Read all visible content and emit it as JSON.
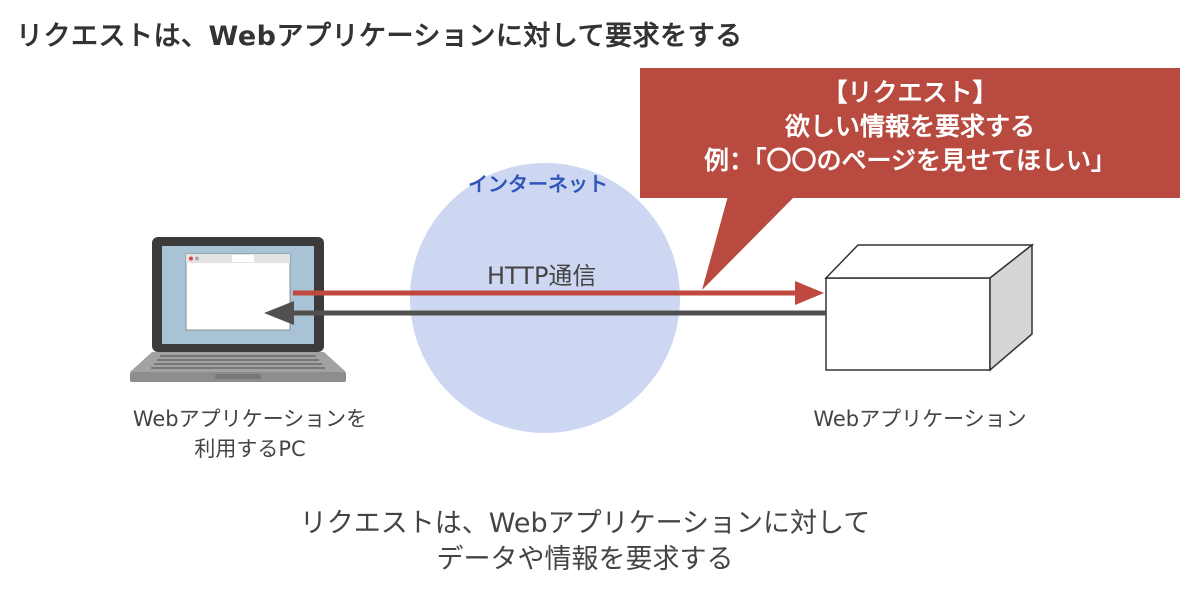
{
  "title": "リクエストは、Webアプリケーションに対して要求をする",
  "internet_label": "インターネット",
  "http_label": "HTTP通信",
  "callout": {
    "line1": "【リクエスト】",
    "line2": "欲しい情報を要求する",
    "line3": "例：「〇〇のページを見せてほしい」"
  },
  "pc_label": {
    "line1": "Webアプリケーションを",
    "line2": "利用するPC"
  },
  "app_label": "Webアプリケーション",
  "caption": {
    "line1": "リクエストは、Webアプリケーションに対して",
    "line2": "データや情報を要求する"
  },
  "colors": {
    "request_arrow": "#c0483e",
    "response_arrow": "#505050",
    "internet_circle": "#cdd7f1",
    "internet_text": "#2f55b8",
    "callout_bg": "#b94a3f"
  }
}
